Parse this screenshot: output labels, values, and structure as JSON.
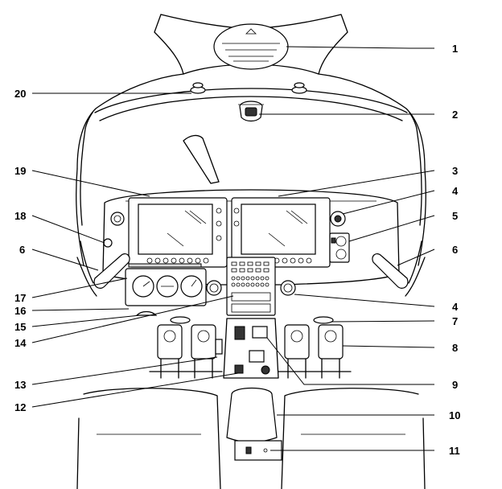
{
  "callouts": [
    {
      "id": "1",
      "label": "1"
    },
    {
      "id": "2",
      "label": "2"
    },
    {
      "id": "3",
      "label": "3"
    },
    {
      "id": "4a",
      "label": "4"
    },
    {
      "id": "5",
      "label": "5"
    },
    {
      "id": "6r",
      "label": "6"
    },
    {
      "id": "4b",
      "label": "4"
    },
    {
      "id": "7",
      "label": "7"
    },
    {
      "id": "8",
      "label": "8"
    },
    {
      "id": "9",
      "label": "9"
    },
    {
      "id": "10",
      "label": "10"
    },
    {
      "id": "11",
      "label": "11"
    },
    {
      "id": "20",
      "label": "20"
    },
    {
      "id": "19",
      "label": "19"
    },
    {
      "id": "18",
      "label": "18"
    },
    {
      "id": "6l",
      "label": "6"
    },
    {
      "id": "17",
      "label": "17"
    },
    {
      "id": "16",
      "label": "16"
    },
    {
      "id": "15",
      "label": "15"
    },
    {
      "id": "14",
      "label": "14"
    },
    {
      "id": "13",
      "label": "13"
    },
    {
      "id": "12",
      "label": "12"
    }
  ],
  "colors": {
    "line": "#000000",
    "background": "#ffffff",
    "screen": "#ffffff",
    "shade": "#d9d9d9"
  }
}
